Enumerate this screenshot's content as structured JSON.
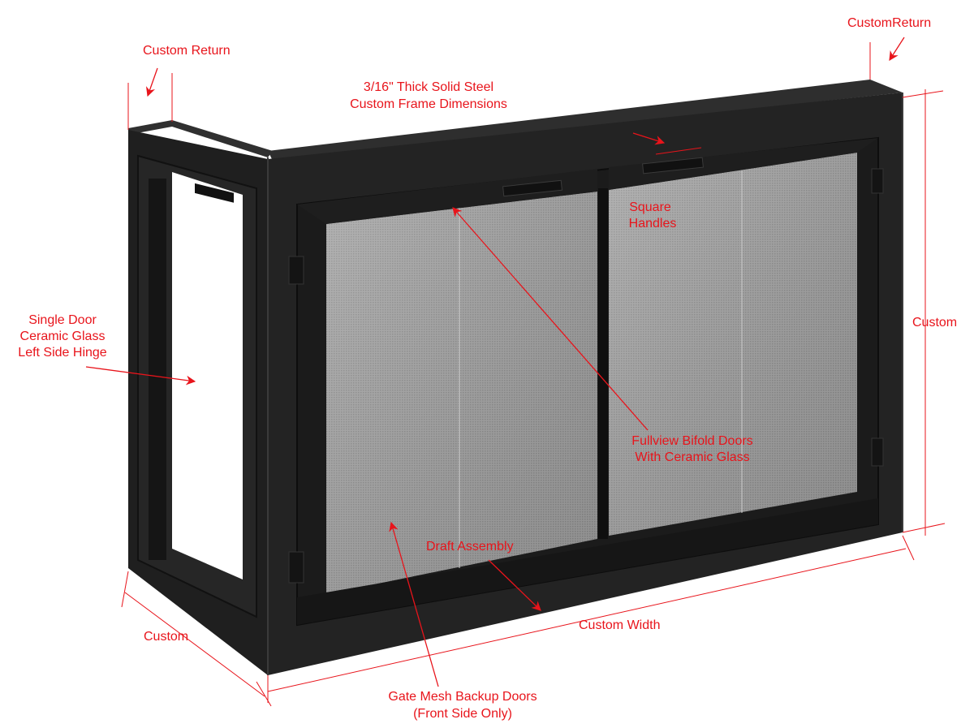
{
  "colors": {
    "annotation": "#e8141b",
    "steel": "#222222",
    "steel_top": "#2c2c2c",
    "mesh": "#9a9a9a",
    "background": "#ffffff"
  },
  "labels": {
    "custom_return_left": "Custom Return",
    "custom_return_right": "CustomReturn",
    "steel_line1": "3/16\" Thick Solid Steel",
    "steel_line2": "Custom Frame Dimensions",
    "square_handles_line1": "Square",
    "square_handles_line2": "Handles",
    "single_door_line1": "Single Door",
    "single_door_line2": "Ceramic Glass",
    "single_door_line3": "Left Side Hinge",
    "custom_height": "Custom",
    "bifold_line1": "Fullview Bifold Doors",
    "bifold_line2": "With Ceramic Glass",
    "draft_assembly": "Draft Assembly",
    "custom_width": "Custom Width",
    "custom_depth": "Custom",
    "gate_mesh_line1": "Gate Mesh Backup Doors",
    "gate_mesh_line2": "(Front Side Only)"
  }
}
